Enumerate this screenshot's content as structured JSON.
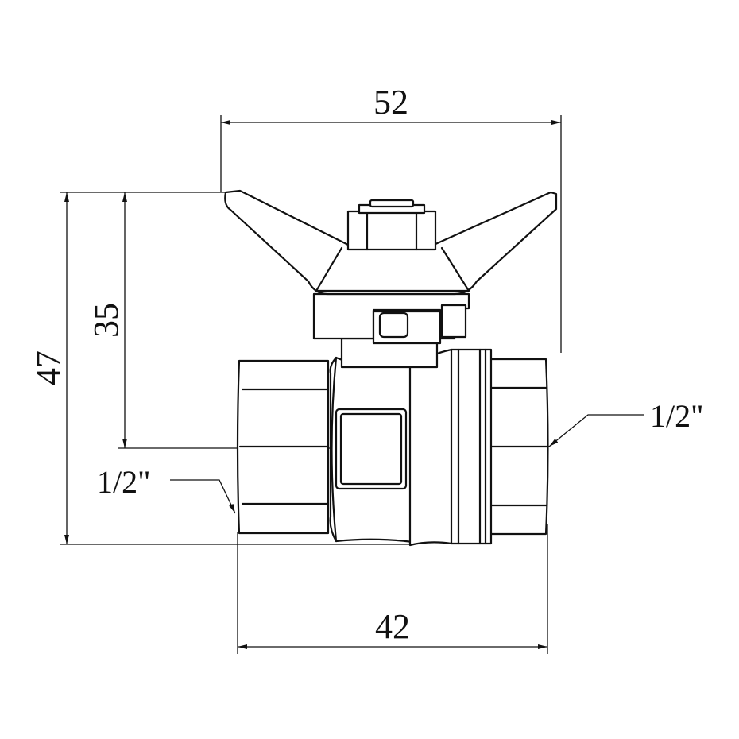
{
  "dimensions": {
    "top_width": "52",
    "bottom_width": "42",
    "total_height": "47",
    "axis_height": "35",
    "thread_left": "1/2\"",
    "thread_right": "1/2\""
  },
  "colors": {
    "line": "#111111",
    "background": "#ffffff"
  }
}
